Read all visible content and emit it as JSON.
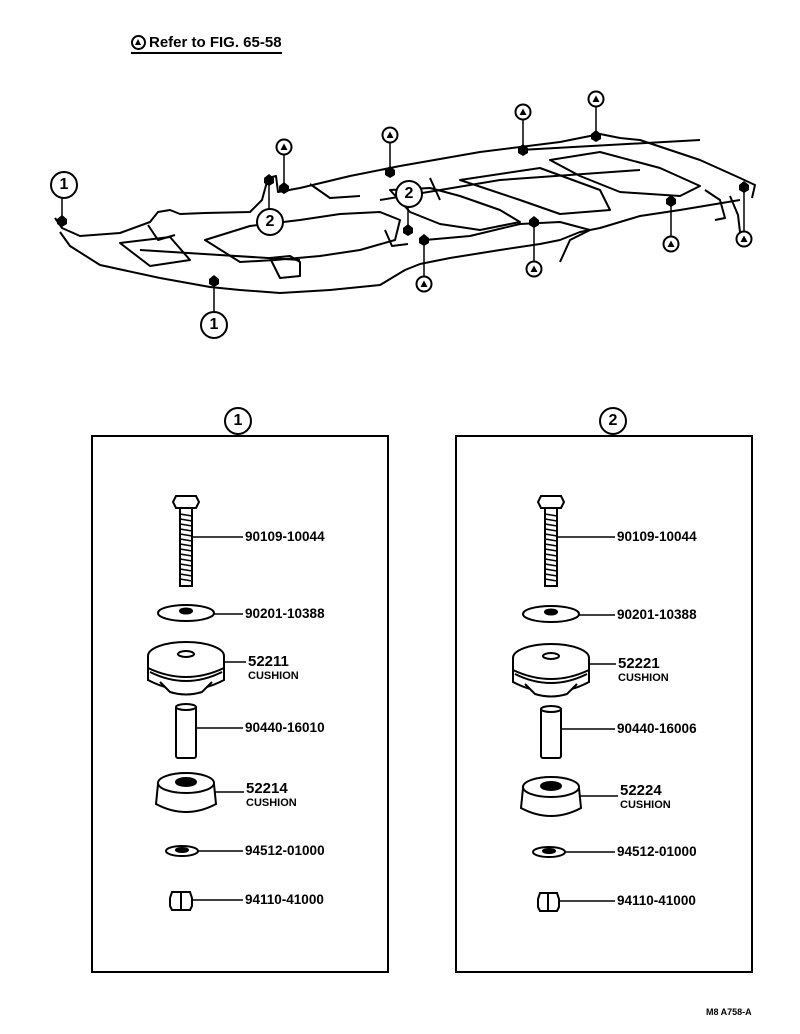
{
  "header": {
    "note": "Refer to FIG. 65-58"
  },
  "frame": {
    "callout_one": "1",
    "callout_two": "2"
  },
  "panels": [
    {
      "label": "1",
      "parts": [
        {
          "number": "90109-10044"
        },
        {
          "number": "90201-10388"
        },
        {
          "number": "52211",
          "name": "CUSHION"
        },
        {
          "number": "90440-16010"
        },
        {
          "number": "52214",
          "name": "CUSHION"
        },
        {
          "number": "94512-01000"
        },
        {
          "number": "94110-41000"
        }
      ]
    },
    {
      "label": "2",
      "parts": [
        {
          "number": "90109-10044"
        },
        {
          "number": "90201-10388"
        },
        {
          "number": "52221",
          "name": "CUSHION"
        },
        {
          "number": "90440-16006"
        },
        {
          "number": "52224",
          "name": "CUSHION"
        },
        {
          "number": "94512-01000"
        },
        {
          "number": "94110-41000"
        }
      ]
    }
  ],
  "footer": {
    "code": "M8 A758-A"
  }
}
